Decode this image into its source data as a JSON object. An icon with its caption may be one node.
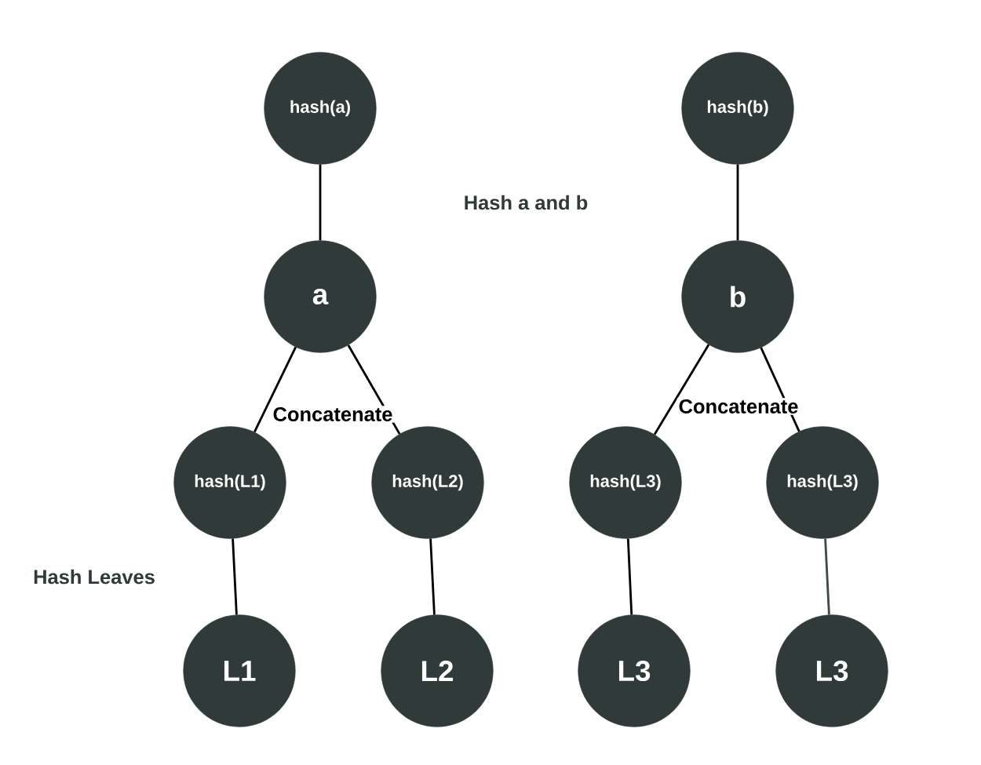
{
  "diagram": {
    "nodes": [
      {
        "text": [
          "hash(a)"
        ]
      },
      {
        "text": [
          "hash(b)"
        ]
      },
      {
        "text": [
          "a"
        ]
      },
      {
        "text": [
          "b"
        ]
      },
      {
        "text": [
          "hash(L1)"
        ]
      },
      {
        "text": [
          "hash(L2)"
        ]
      },
      {
        "text": [
          "hash(L3)"
        ]
      },
      {
        "text": [
          "hash(L3)"
        ]
      },
      {
        "text": [
          "L1"
        ]
      },
      {
        "text": [
          "L2"
        ]
      },
      {
        "text": [
          "L3"
        ]
      },
      {
        "text": [
          "L3"
        ]
      }
    ],
    "edges": [
      {
        "from": 0,
        "to": 2,
        "arrow": "none"
      },
      {
        "from": 1,
        "to": 3,
        "arrow": "none"
      },
      {
        "from": 2,
        "to": 4,
        "arrow": "none"
      },
      {
        "from": 2,
        "to": 5,
        "arrow": "none"
      },
      {
        "from": 3,
        "to": 6,
        "arrow": "none"
      },
      {
        "from": 3,
        "to": 7,
        "arrow": "none"
      },
      {
        "from": 4,
        "to": 8,
        "arrow": "none"
      },
      {
        "from": 5,
        "to": 9,
        "arrow": "none"
      },
      {
        "from": 6,
        "to": 10,
        "arrow": "none"
      },
      {
        "from": 7,
        "to": 11,
        "arrow": "none",
        "color": "#3d4a47"
      }
    ],
    "labels": [
      "Hash a and b",
      "Concatenate",
      "Concatenate",
      "Hash Leaves"
    ]
  }
}
